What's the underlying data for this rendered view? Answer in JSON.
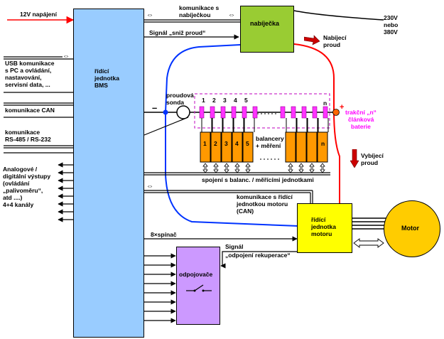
{
  "colors": {
    "bms": "#99ccff",
    "charger": "#99cc33",
    "motor_ctrl": "#ffff00",
    "motor": "#ffcc00",
    "disconnect": "#cc99ff",
    "balancer": "#ff9900",
    "cell": "#ff33ff",
    "wire_positive": "#ff0000",
    "wire_negative": "#0033ff",
    "battery_label": "#ff00ff"
  },
  "labels": {
    "power_12v": "12V napájení",
    "comm_charger": [
      "komunikace s",
      "nabíječkou"
    ],
    "signal_reduce_current": "Signál „sniž proud“",
    "usb": [
      "USB komunikace",
      "s PC a ovládání,",
      "nastavování,",
      "servisní data, ..."
    ],
    "can": "komunikace CAN",
    "rs485": [
      "komunikace",
      "RS-485 / RS-232"
    ],
    "analog": [
      "Analogové /",
      "digitální výstupy",
      "(ovládání",
      "„palivoměru“,",
      "atd ....)",
      "4+4 kanály"
    ],
    "bms_box": [
      "řídící",
      "jednotka",
      "BMS"
    ],
    "charger_box": "nabíječka",
    "mains": [
      "230V",
      "nebo",
      "380V"
    ],
    "charge_current": [
      "Nabíjecí",
      "proud"
    ],
    "current_probe": [
      "proudová",
      "sonda"
    ],
    "minus": "–",
    "plus": "+",
    "cell_numbers": [
      "1",
      "2",
      "3",
      "4",
      "5"
    ],
    "cell_n": "n",
    "battery": [
      "trakční „n“",
      "článková",
      "baterie"
    ],
    "balancer_numbers": [
      "1",
      "2",
      "3",
      "4",
      "5"
    ],
    "balancer_n": "n",
    "balancers": [
      "balancery",
      "+ měření"
    ],
    "discharge_current": [
      "Vybíjecí",
      "proud"
    ],
    "balancer_link": "spojení s balanc. / měřícími jednotkami",
    "comm_motor_ctrl": [
      "komunikace s řídící",
      "jednotkou motoru",
      "(CAN)"
    ],
    "motor_ctrl_box": [
      "řídící",
      "jednotka",
      "motoru"
    ],
    "motor": "Motor",
    "switch_8x": "8×spínač",
    "signal_regen": [
      "Signál",
      "„odpojení rekuperace“"
    ],
    "disconnect_box": "odpojovače"
  }
}
